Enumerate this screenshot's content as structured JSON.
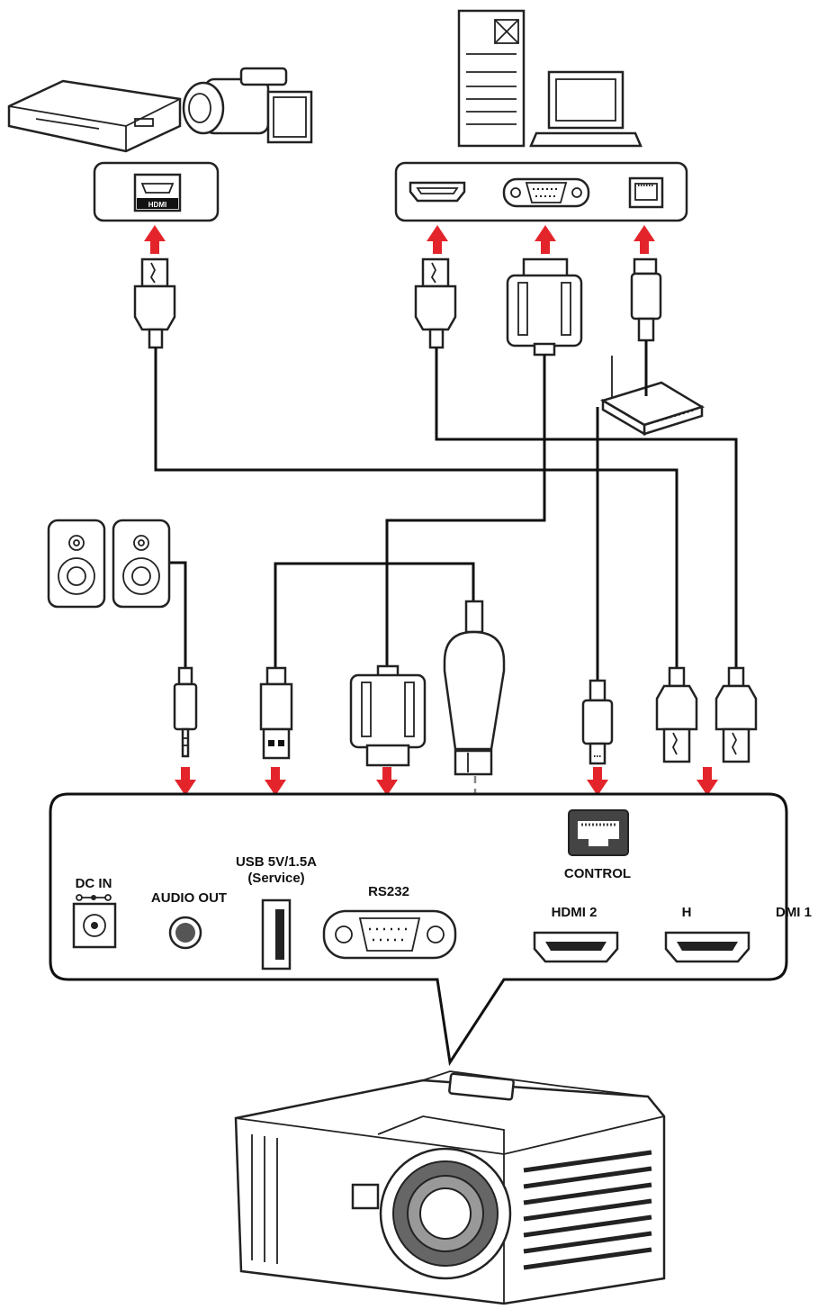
{
  "colors": {
    "arrow": "#e3252b",
    "line": "#111111",
    "panel": "#ffffff"
  },
  "source_devices": {
    "hdmi_panel_label": "HDMI",
    "pc_ports": [
      "hdmi-port",
      "vga-port",
      "rj45-port"
    ],
    "devices": [
      "dvd-player",
      "camcorder",
      "desktop-tower",
      "laptop",
      "router"
    ]
  },
  "rear_panel": {
    "ports": {
      "dc_in": "DC IN",
      "audio_out": "AUDIO OUT",
      "usb_line1": "USB 5V/1.5A",
      "usb_line2": "(Service)",
      "rs232": "RS232",
      "control": "CONTROL",
      "hdmi2": "HDMI 2",
      "hdmi1_part1": "H",
      "hdmi1_part2": "DMI 1"
    }
  }
}
